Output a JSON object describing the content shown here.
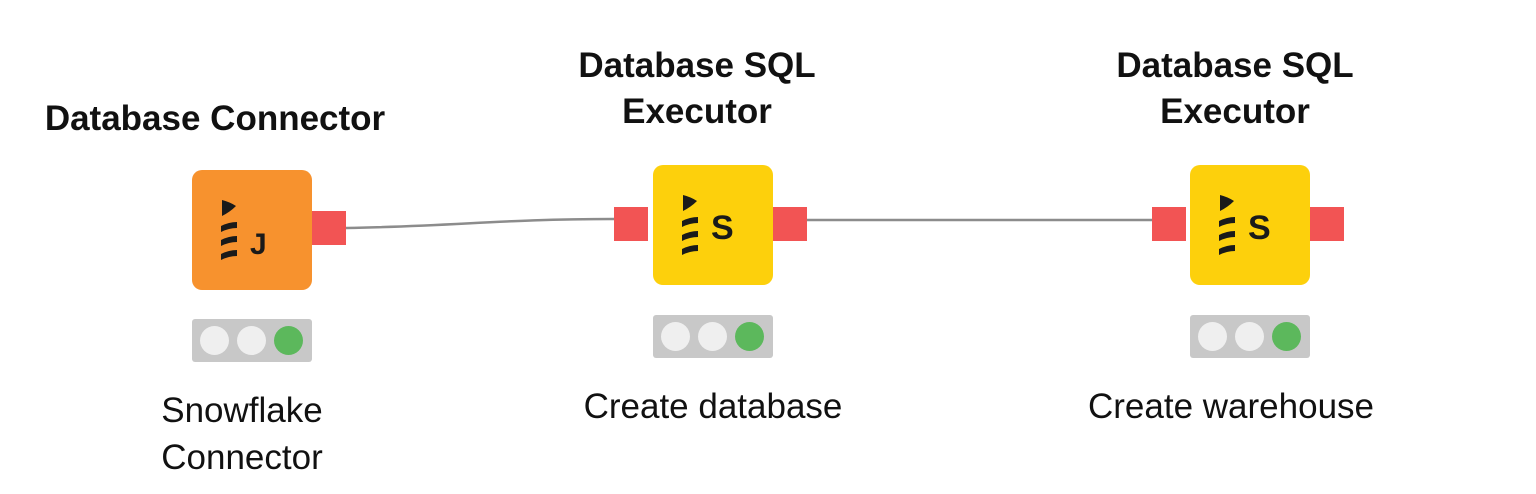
{
  "workflow": {
    "nodes": [
      {
        "title": "Database Connector",
        "label": "Snowflake\nConnector",
        "icon": "database-connector-icon",
        "icon_letter": "J",
        "color": "#f7922e",
        "status": "executed"
      },
      {
        "title": "Database SQL\nExecutor",
        "label": "Create database",
        "icon": "database-sql-executor-icon",
        "icon_letter": "S",
        "color": "#fdd00c",
        "status": "executed"
      },
      {
        "title": "Database SQL\nExecutor",
        "label": "Create warehouse",
        "icon": "database-sql-executor-icon",
        "icon_letter": "S",
        "color": "#fdd00c",
        "status": "executed"
      }
    ],
    "port_color": "#f25454",
    "status_green": "#5cb85c",
    "connection_color": "#8c8c8c"
  }
}
